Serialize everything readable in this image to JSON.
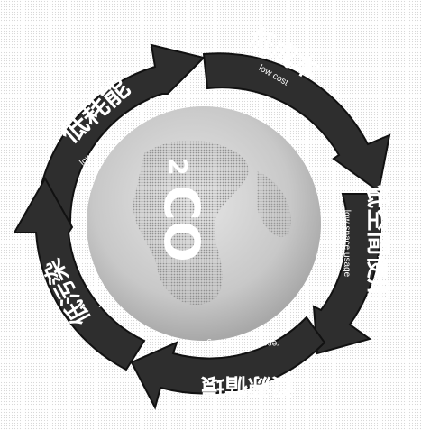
{
  "center": {
    "label": "CO",
    "subscript": "2"
  },
  "segments": [
    {
      "id": "low-energy",
      "title": "低耗能",
      "subtitle": "low energy consumption"
    },
    {
      "id": "low-cost",
      "title": "低成本",
      "subtitle": "low cost"
    },
    {
      "id": "low-space",
      "title": "低空間使用",
      "subtitle": "low space usage"
    },
    {
      "id": "resource-recycling",
      "title": "資源循環",
      "subtitle": "resource recycling"
    },
    {
      "id": "low-pollution",
      "title": "低污染",
      "subtitle": "low pollution"
    }
  ],
  "colors": {
    "ring": "#2e2e2e",
    "ring_edge": "#111111",
    "center_light": "#d9d9d9",
    "center_dark": "#9a9a9a",
    "text": "#ffffff"
  }
}
